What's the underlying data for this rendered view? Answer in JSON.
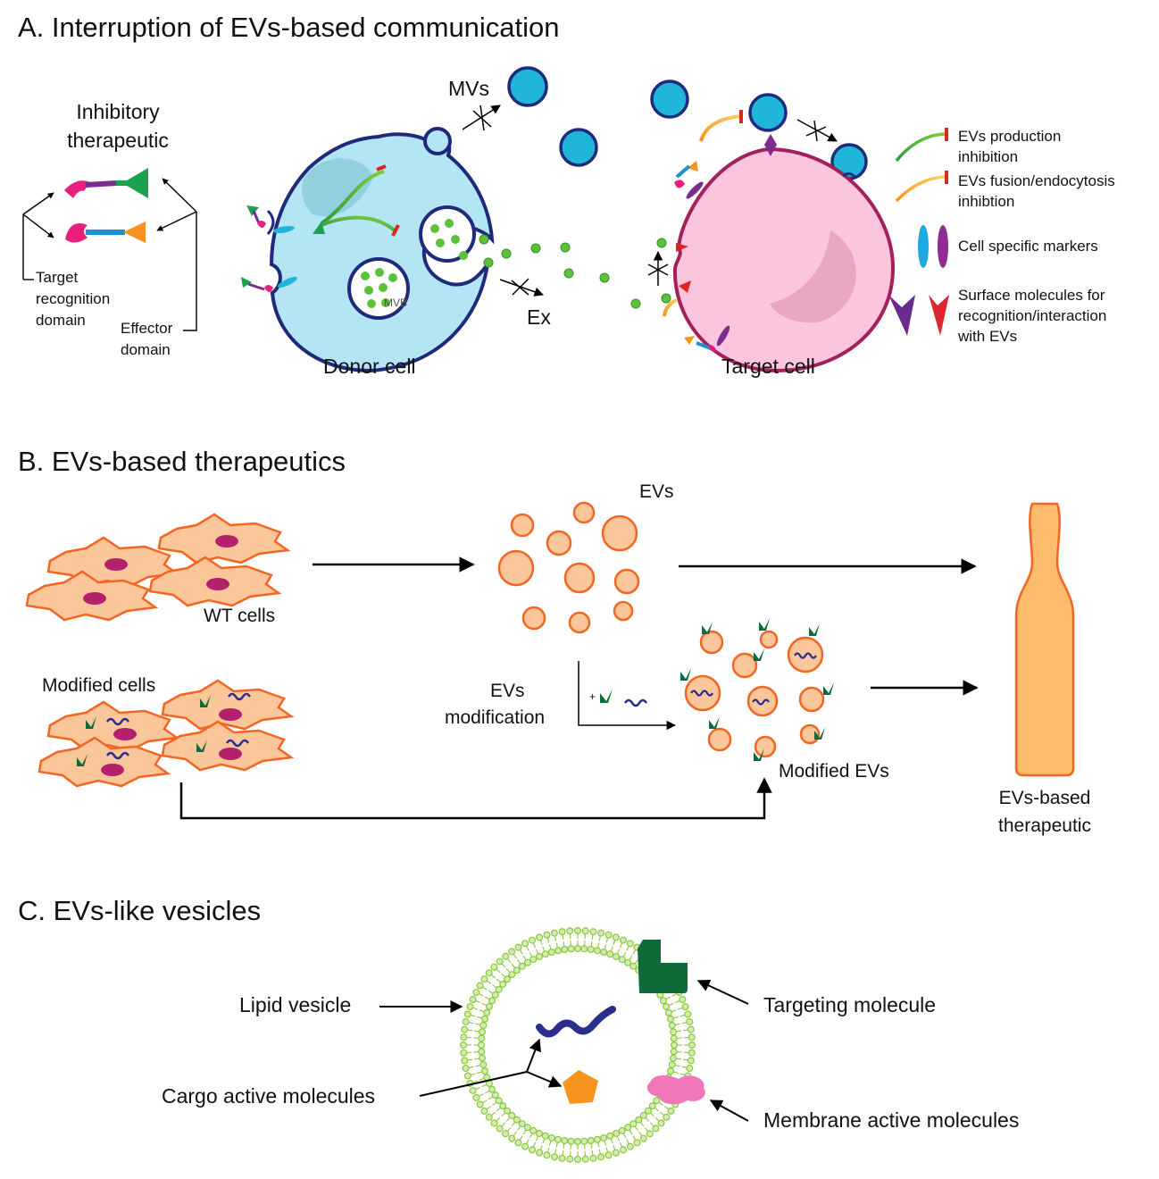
{
  "panel_a": {
    "title": "A. Interruption of EVs-based communication",
    "inhibitory_line1": "Inhibitory",
    "inhibitory_line2": "therapeutic",
    "target_line1": "Target",
    "target_line2": "recognition",
    "target_line3": "domain",
    "effector_line1": "Effector",
    "effector_line2": "domain",
    "mvs": "MVs",
    "mvb": "MVB",
    "ex": "Ex",
    "donor_cell": "Donor cell",
    "target_cell": "Target cell",
    "legend": {
      "production_line1": "EVs production",
      "production_line2": "inhibition",
      "fusion_line1": "EVs fusion/endocytosis",
      "fusion_line2": "inhibtion",
      "markers": "Cell specific markers",
      "surface_line1": "Surface molecules for",
      "surface_line2": "recognition/interaction",
      "surface_line3": "with EVs"
    }
  },
  "panel_b": {
    "title": "B. EVs-based therapeutics",
    "wt_cells": "WT cells",
    "evs": "EVs",
    "modified_cells": "Modified cells",
    "evs_mod_line1": "EVs",
    "evs_mod_line2": "modification",
    "plus": "+",
    "modified_evs": "Modified EVs",
    "therapeutic_line1": "EVs-based",
    "therapeutic_line2": "therapeutic"
  },
  "panel_c": {
    "title": "C. EVs-like vesicles",
    "lipid_vesicle": "Lipid vesicle",
    "targeting_molecule": "Targeting molecule",
    "cargo_active": "Cargo active molecules",
    "membrane_active": "Membrane active molecules"
  },
  "colors": {
    "donor_fill": "#b3e5f5",
    "donor_stroke": "#1f2a7a",
    "target_fill": "#fbc6dd",
    "target_stroke": "#a3205d",
    "ev_blue": "#1fb6d9",
    "green_dot": "#5cc23a",
    "orange_fill": "#fbc79a",
    "orange_stroke": "#f26522",
    "nucleus": "#b5206c",
    "dark_green": "#0f6b3a",
    "navy": "#2a2e8c",
    "cargo_orange": "#f7941d",
    "pink_molecule": "#f277b8",
    "lipid_green": "#8dc63f"
  }
}
